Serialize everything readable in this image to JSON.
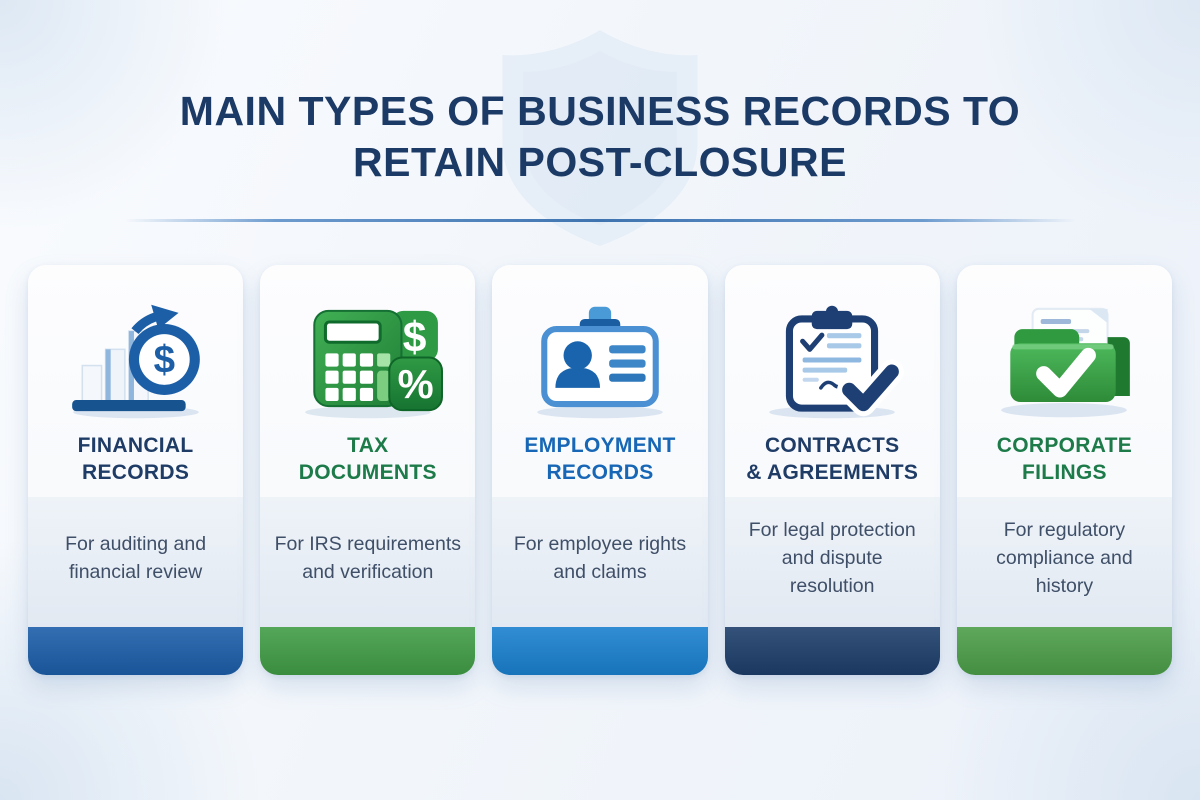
{
  "header": {
    "title": "MAIN TYPES OF BUSINESS RECORDS TO RETAIN POST-CLOSURE",
    "title_lines": [
      "MAIN TYPES OF BUSINESS RECORDS TO",
      "RETAIN POST-CLOSURE"
    ],
    "title_color": "#1c3a66",
    "watermark_icon": "shield-watermark-icon"
  },
  "cards": [
    {
      "icon": "bar-chart-dollar-icon",
      "title": "FINANCIAL RECORDS",
      "title_lines": [
        "FINANCIAL",
        "RECORDS"
      ],
      "title_color": "#1f3c66",
      "description": "For auditing and financial review",
      "bar_color": "#1c5ea9",
      "accent_color": "#1d5fa7"
    },
    {
      "icon": "calculator-percent-icon",
      "title": "TAX DOCUMENTS",
      "title_lines": [
        "TAX",
        "DOCUMENTS"
      ],
      "title_color": "#1d7a49",
      "description": "For IRS requirements and verification",
      "bar_color": "#419c46",
      "accent_color": "#2e9a44"
    },
    {
      "icon": "id-badge-icon",
      "title": "EMPLOYMENT RECORDS",
      "title_lines": [
        "EMPLOYMENT",
        "RECORDS"
      ],
      "title_color": "#1767b6",
      "description": "For employee rights and claims",
      "bar_color": "#1a80cf",
      "accent_color": "#1a64ae"
    },
    {
      "icon": "clipboard-check-icon",
      "title": "CONTRACTS & AGREEMENTS",
      "title_lines": [
        "CONTRACTS",
        "& AGREEMENTS"
      ],
      "title_color": "#1f3c66",
      "description": "For legal protection and dispute resolution",
      "bar_color": "#1d3e6b",
      "accent_color": "#1e3f73"
    },
    {
      "icon": "folder-check-icon",
      "title": "CORPORATE FILINGS",
      "title_lines": [
        "CORPORATE",
        "FILINGS"
      ],
      "title_color": "#1d7a49",
      "description": "For regulatory compliance and history",
      "bar_color": "#4c9e49",
      "accent_color": "#2e8b3a"
    }
  ]
}
